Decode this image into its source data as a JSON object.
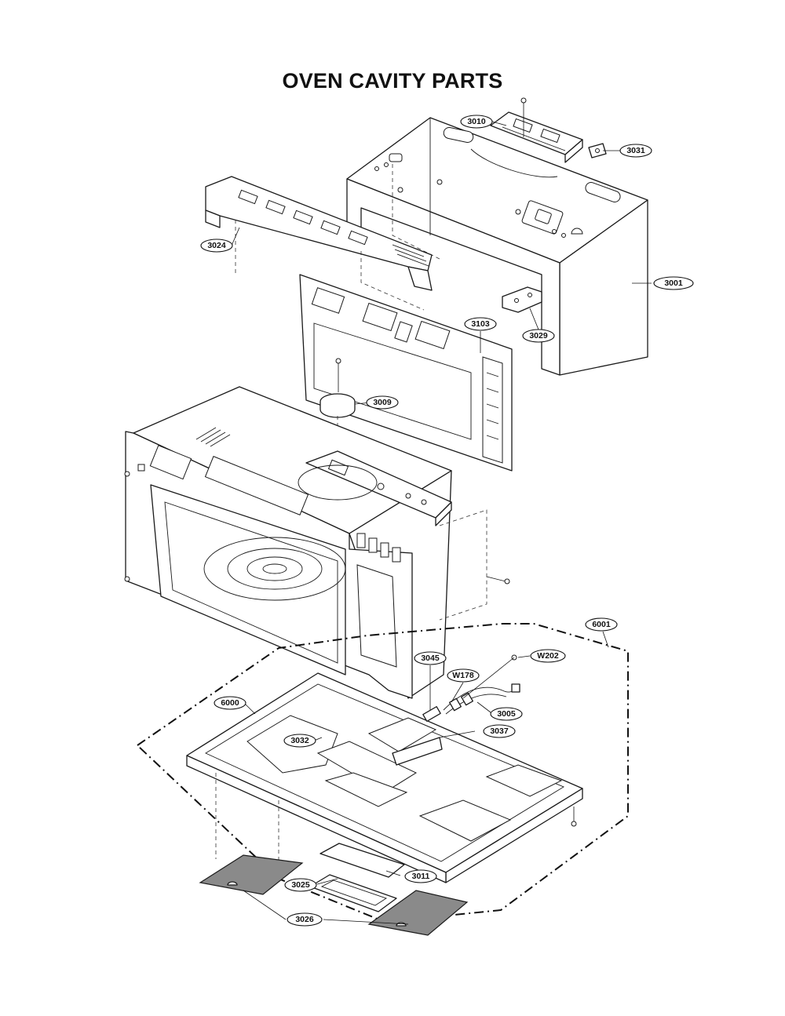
{
  "title": "OVEN CAVITY PARTS",
  "callouts": [
    {
      "id": "3010",
      "label": "3010"
    },
    {
      "id": "3031",
      "label": "3031"
    },
    {
      "id": "3024",
      "label": "3024"
    },
    {
      "id": "3001",
      "label": "3001"
    },
    {
      "id": "3103",
      "label": "3103"
    },
    {
      "id": "3029",
      "label": "3029"
    },
    {
      "id": "3009",
      "label": "3009"
    },
    {
      "id": "6001",
      "label": "6001"
    },
    {
      "id": "W202",
      "label": "W202"
    },
    {
      "id": "3045",
      "label": "3045"
    },
    {
      "id": "W178",
      "label": "W178"
    },
    {
      "id": "6000",
      "label": "6000"
    },
    {
      "id": "3005",
      "label": "3005"
    },
    {
      "id": "3037",
      "label": "3037"
    },
    {
      "id": "3032",
      "label": "3032"
    },
    {
      "id": "3011",
      "label": "3011"
    },
    {
      "id": "3025",
      "label": "3025"
    },
    {
      "id": "3026",
      "label": "3026"
    }
  ]
}
